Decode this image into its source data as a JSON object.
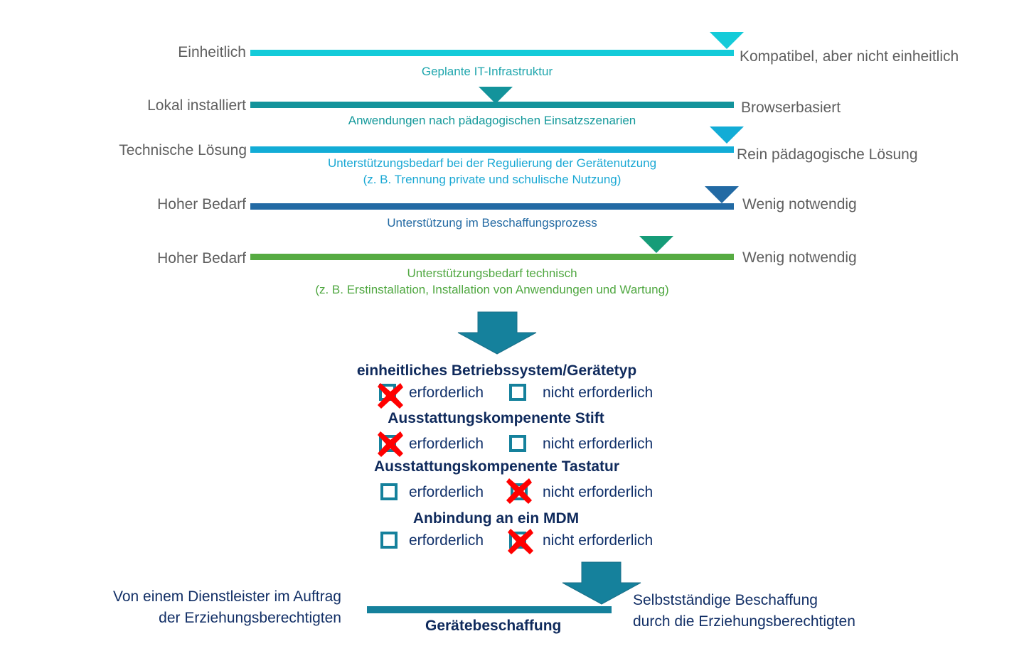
{
  "colors": {
    "scale1": "#14cbd9",
    "scale2": "#13939b",
    "scale3": "#12acd6",
    "scale4": "#226aa4",
    "scale5": "#56ab42",
    "scale5_marker": "#169c78",
    "arrow": "#15819c",
    "checkbox": "#15819c",
    "cross": "#ff0000",
    "dark_blue_text": "#0f2a5c",
    "gray_text": "#5f5f5f"
  },
  "scales": [
    {
      "left_label": "Einheitlich",
      "right_label": "Kompatibel, aber nicht einheitlich",
      "caption_lines": [
        "Geplante IT-Infrastruktur"
      ],
      "marker_position": 0.98,
      "caption_color": "#1fa6ad"
    },
    {
      "left_label": "Lokal installiert",
      "right_label": "Browserbasiert",
      "caption_lines": [
        "Anwendungen nach pädagogischen Einsatzszenarien"
      ],
      "marker_position": 0.51,
      "caption_color": "#14999b"
    },
    {
      "left_label": "Technische Lösung",
      "right_label": "Rein pädagogische Lösung",
      "caption_lines": [
        "Unterstützungsbedarf bei der Regulierung der Gerätenutzung",
        "(z. B. Trennung private und schulische Nutzung)"
      ],
      "marker_position": 0.98,
      "caption_color": "#1aa8d4"
    },
    {
      "left_label": "Hoher Bedarf",
      "right_label": "Wenig notwendig",
      "caption_lines": [
        "Unterstützung im Beschaffungsprozess"
      ],
      "marker_position": 0.975,
      "caption_color": "#236aa3"
    },
    {
      "left_label": "Hoher Bedarf",
      "right_label": "Wenig notwendig",
      "caption_lines": [
        "Unterstützungsbedarf technisch",
        "(z. B. Erstinstallation, Installation von Anwendungen und Wartung)"
      ],
      "marker_position": 0.84,
      "caption_color": "#4fa740"
    }
  ],
  "decisions": [
    {
      "title": "einheitliches Betriebssystem/Gerätetyp",
      "option_required": "erforderlich",
      "option_not_required": "nicht erforderlich",
      "selected": "erforderlich"
    },
    {
      "title": "Ausstattungskompenente Stift",
      "option_required": "erforderlich",
      "option_not_required": "nicht erforderlich",
      "selected": "erforderlich"
    },
    {
      "title": "Ausstattungskompenente Tastatur",
      "option_required": "erforderlich",
      "option_not_required": "nicht erforderlich",
      "selected": "nicht erforderlich"
    },
    {
      "title": "Anbindung an ein MDM",
      "option_required": "erforderlich",
      "option_not_required": "nicht erforderlich",
      "selected": "nicht erforderlich"
    }
  ],
  "procurement": {
    "left_label_lines": [
      "Von einem Dienstleister im Auftrag",
      "der Erziehungsberechtigten"
    ],
    "right_label_lines": [
      "Selbstständige Beschaffung",
      "durch die Erziehungsberechtigten"
    ],
    "caption": "Gerätebeschaffung",
    "marker_position": 0.94
  }
}
